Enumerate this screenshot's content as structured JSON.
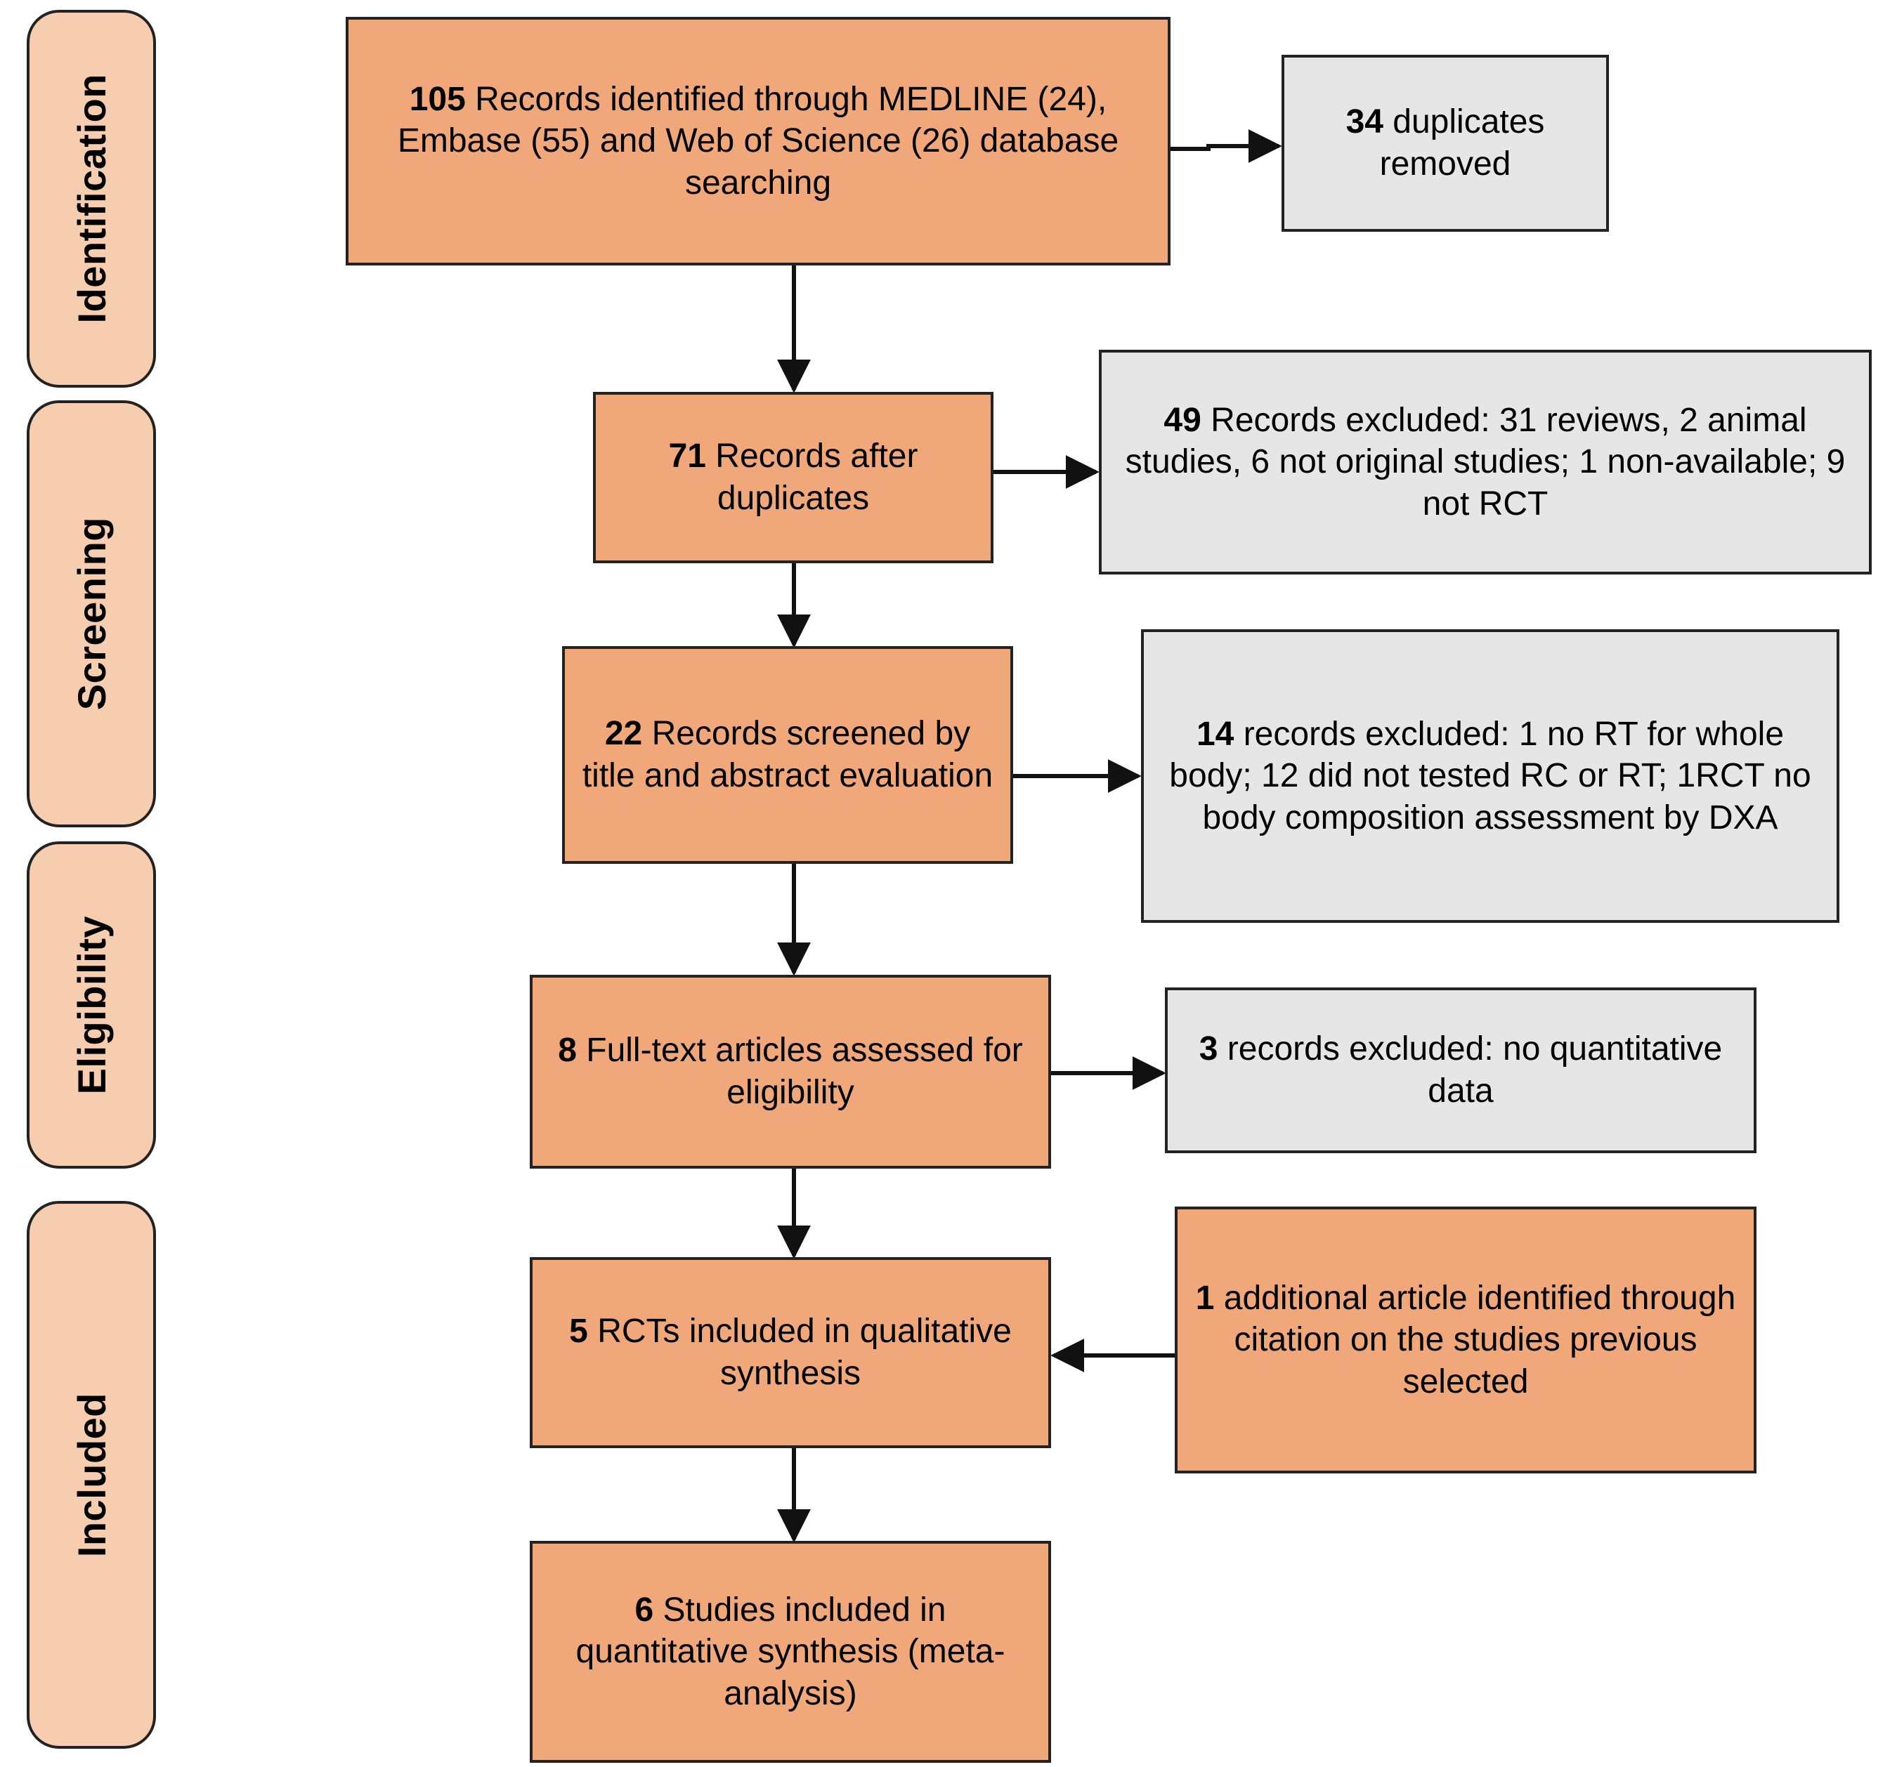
{
  "diagram": {
    "title": "PRISMA flow diagram of study selection",
    "type": "flowchart",
    "colors": {
      "primary_box_fill": "#f0a87a",
      "phase_label_fill": "#f7cdaf",
      "excluded_box_fill": "#e6e6e6",
      "border": "#232323",
      "text": "#000000",
      "background": "#ffffff"
    }
  },
  "phases": [
    {
      "id": "identification",
      "label": "Identification"
    },
    {
      "id": "screening",
      "label": "Screening"
    },
    {
      "id": "eligibility",
      "label": "Eligibility"
    },
    {
      "id": "included",
      "label": "Included"
    }
  ],
  "nodes": {
    "identified": {
      "count": "105",
      "text": " Records identified through MEDLINE (24), Embase (55) and Web of Science (26) database searching",
      "full_text": "105 Records identified through MEDLINE (24), Embase (55) and Web of Science (26) database searching",
      "style": "orange"
    },
    "duplicates_removed": {
      "count": "34",
      "text": " duplicates removed",
      "full_text": "34 duplicates removed",
      "style": "grey"
    },
    "after_duplicates": {
      "count": "71",
      "text": " Records after duplicates",
      "full_text": "71 Records after duplicates",
      "style": "orange"
    },
    "records_excluded_49": {
      "count": "49",
      "text": " Records excluded: 31 reviews, 2 animal studies, 6 not original studies; 1 non-available; 9 not RCT",
      "full_text": "49 Records excluded: 31 reviews, 2 animal studies, 6 not original studies; 1 non-available; 9 not RCT",
      "style": "grey"
    },
    "screened": {
      "count": "22",
      "text": " Records screened by title and abstract evaluation",
      "full_text": "22 Records screened by title and abstract evaluation",
      "style": "orange"
    },
    "records_excluded_14": {
      "count": "14",
      "text": " records excluded: 1 no RT for whole body; 12 did not tested RC or RT; 1RCT no body composition assessment by DXA",
      "full_text": "14 records excluded: 1 no RT for whole body; 12 did not tested RC or RT; 1RCT no body composition assessment by DXA",
      "style": "grey"
    },
    "full_text_assessed": {
      "count": "8",
      "text": " Full-text articles assessed for eligibility",
      "full_text": "8 Full-text articles assessed for eligibility",
      "style": "orange"
    },
    "records_excluded_3": {
      "count": "3",
      "text": " records excluded: no quantitative data",
      "full_text": "3 records excluded: no quantitative data",
      "style": "grey"
    },
    "qualitative_synthesis": {
      "count": "5",
      "text": " RCTs included in qualitative synthesis",
      "full_text": "5 RCTs included in qualitative synthesis",
      "style": "orange"
    },
    "additional_article": {
      "count": "1",
      "text": " additional article identified through citation on the studies previous selected",
      "full_text": "1 additional article identified through citation on the studies previous selected",
      "style": "orange"
    },
    "quantitative_synthesis": {
      "count": "6",
      "text": " Studies included in quantitative synthesis (meta-analysis)",
      "full_text": "6 Studies included in quantitative synthesis (meta-analysis)",
      "style": "orange"
    }
  },
  "edges": [
    {
      "from": "identified",
      "to": "duplicates_removed",
      "direction": "right"
    },
    {
      "from": "identified",
      "to": "after_duplicates",
      "direction": "down"
    },
    {
      "from": "after_duplicates",
      "to": "records_excluded_49",
      "direction": "right"
    },
    {
      "from": "after_duplicates",
      "to": "screened",
      "direction": "down"
    },
    {
      "from": "screened",
      "to": "records_excluded_14",
      "direction": "right"
    },
    {
      "from": "screened",
      "to": "full_text_assessed",
      "direction": "down"
    },
    {
      "from": "full_text_assessed",
      "to": "records_excluded_3",
      "direction": "right"
    },
    {
      "from": "full_text_assessed",
      "to": "qualitative_synthesis",
      "direction": "down"
    },
    {
      "from": "additional_article",
      "to": "qualitative_synthesis",
      "direction": "left"
    },
    {
      "from": "qualitative_synthesis",
      "to": "quantitative_synthesis",
      "direction": "down"
    }
  ]
}
